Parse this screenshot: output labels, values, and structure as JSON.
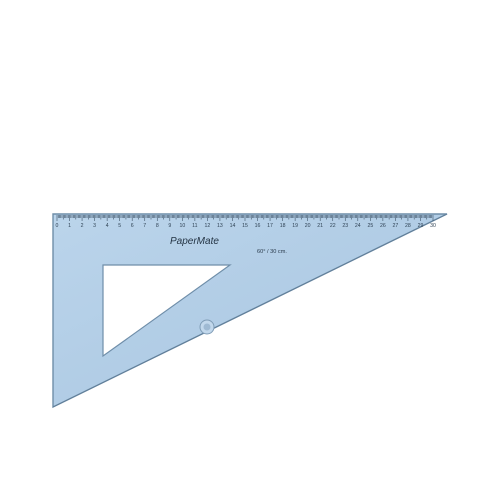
{
  "product": {
    "type": "set-square",
    "brand_logo": "PaperMate",
    "spec_label": "60° / 30 cm.",
    "scale": {
      "unit": "cm",
      "start": 0,
      "end": 30,
      "minor_per_unit": 10
    },
    "colors": {
      "body": "#a9c7e2",
      "edge": "#6f8ea9",
      "markings": "#2f4254",
      "background": "#ffffff"
    }
  }
}
